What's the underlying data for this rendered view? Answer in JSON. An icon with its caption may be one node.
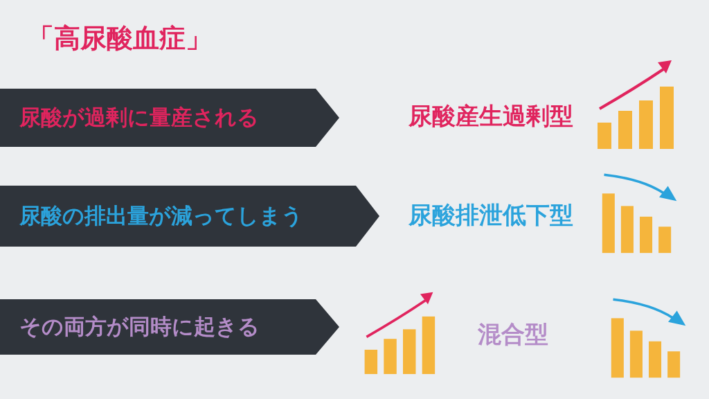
{
  "diagram": {
    "title": "「高尿酸血症」",
    "nodes": [
      {
        "text": [
          "尿酸が過剰に量産される"
        ]
      },
      {
        "text": [
          "尿酸の排出量が減ってしまう"
        ]
      },
      {
        "text": [
          "その両方が同時に起きる"
        ]
      },
      {
        "text": [],
        "shape": "picture"
      },
      {
        "text": [],
        "shape": "picture"
      },
      {
        "text": [],
        "shape": "picture"
      },
      {
        "text": [],
        "shape": "picture"
      }
    ],
    "edges": [],
    "labels": [
      "尿酸産生過剰型",
      "尿酸排泄低下型",
      "混合型"
    ]
  }
}
